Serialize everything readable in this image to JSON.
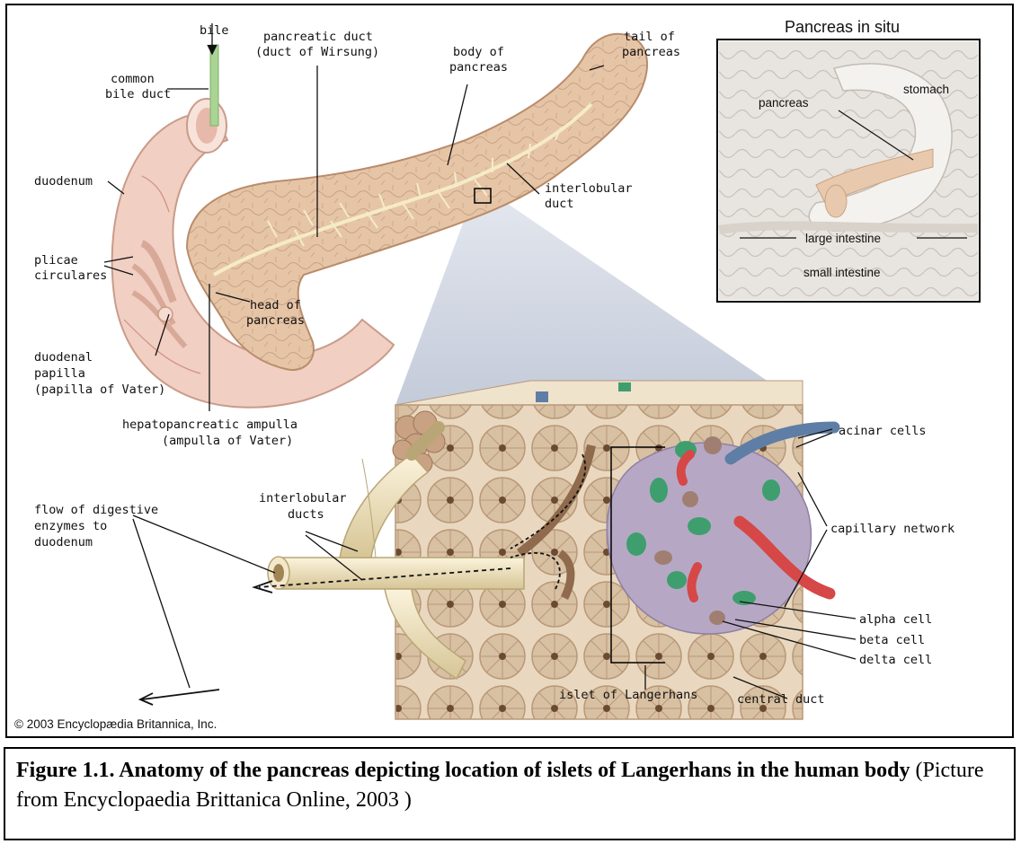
{
  "labels": {
    "bile": "bile",
    "common_bile_duct": [
      "common",
      "bile duct"
    ],
    "pancreatic_duct": [
      "pancreatic duct",
      "(duct of Wirsung)"
    ],
    "body_of_pancreas": [
      "body of",
      "pancreas"
    ],
    "tail_of_pancreas": [
      "tail of",
      "pancreas"
    ],
    "duodenum": "duodenum",
    "plicae_circulares": [
      "plicae",
      "circulares"
    ],
    "head_of_pancreas": [
      "head of",
      "pancreas"
    ],
    "interlobular_duct": [
      "interlobular",
      "duct"
    ],
    "duodenal_papilla": [
      "duodenal",
      "papilla",
      "(papilla of Vater)"
    ],
    "hepatopancreatic_ampulla": [
      "hepatopancreatic ampulla",
      "(ampulla of Vater)"
    ],
    "interlobular_ducts": [
      "interlobular",
      "ducts"
    ],
    "flow_of_digestive_enzymes": [
      "flow of digestive",
      "enzymes to",
      "duodenum"
    ],
    "acinar_cells": "acinar cells",
    "capillary_network": "capillary network",
    "alpha_cell": "alpha cell",
    "beta_cell": "beta cell",
    "delta_cell": "delta cell",
    "central_duct": "central duct",
    "islet_of_langerhans": "islet of Langerhans"
  },
  "inset": {
    "title": "Pancreas in situ",
    "pancreas": "pancreas",
    "stomach": "stomach",
    "large_intestine": "large intestine",
    "small_intestine": "small intestine"
  },
  "copyright": "© 2003 Encyclopædia Britannica, Inc.",
  "caption": {
    "bold": "Figure 1.1. Anatomy of the pancreas depicting location of islets of Langerhans in the human body",
    "normal": " (Picture from Encyclopaedia Brittanica Online, 2003 )"
  },
  "colors": {
    "pancreas": "#e8c9ad",
    "pancreas_dark": "#c9a283",
    "duodenum": "#f1cfc2",
    "duct": "#f2e6c4",
    "acinar": "#d8c0a2",
    "islet": "#b6a8c4",
    "alpha_cell": "#3f9e6e",
    "beta_cell": "#a07e72",
    "artery": "#d64747",
    "vein": "#5f7ea6",
    "bile": "#a9d494"
  }
}
